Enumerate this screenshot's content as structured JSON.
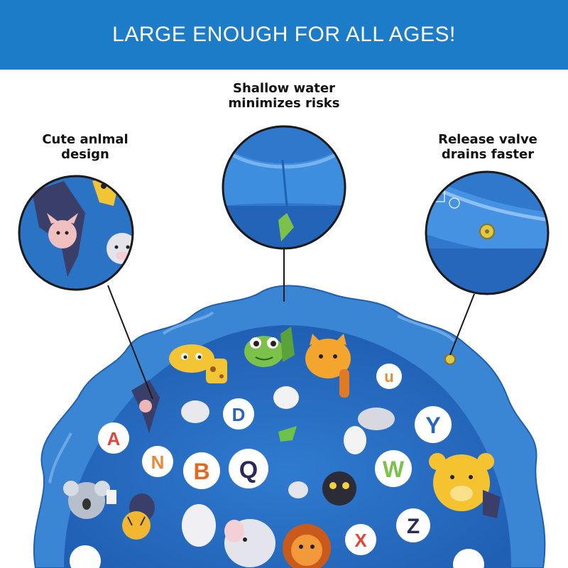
{
  "banner": {
    "title": "LARGE ENOUGH FOR ALL AGES!"
  },
  "callouts": [
    {
      "line1": "Shallow water",
      "line2": "minimizes risks"
    },
    {
      "line1": "Cute anlmal",
      "line2": "design"
    },
    {
      "line1": "Release valve",
      "line2": "drains faster"
    }
  ],
  "mat_letters": [
    "A",
    "D",
    "N",
    "B",
    "Q",
    "Y",
    "W",
    "X",
    "Z",
    "u"
  ],
  "colors": {
    "banner": "#1d7cc7",
    "mat_blue": "#2a73c5",
    "mat_rim": "#3b86d4",
    "callout_line": "#1a1a1a"
  }
}
